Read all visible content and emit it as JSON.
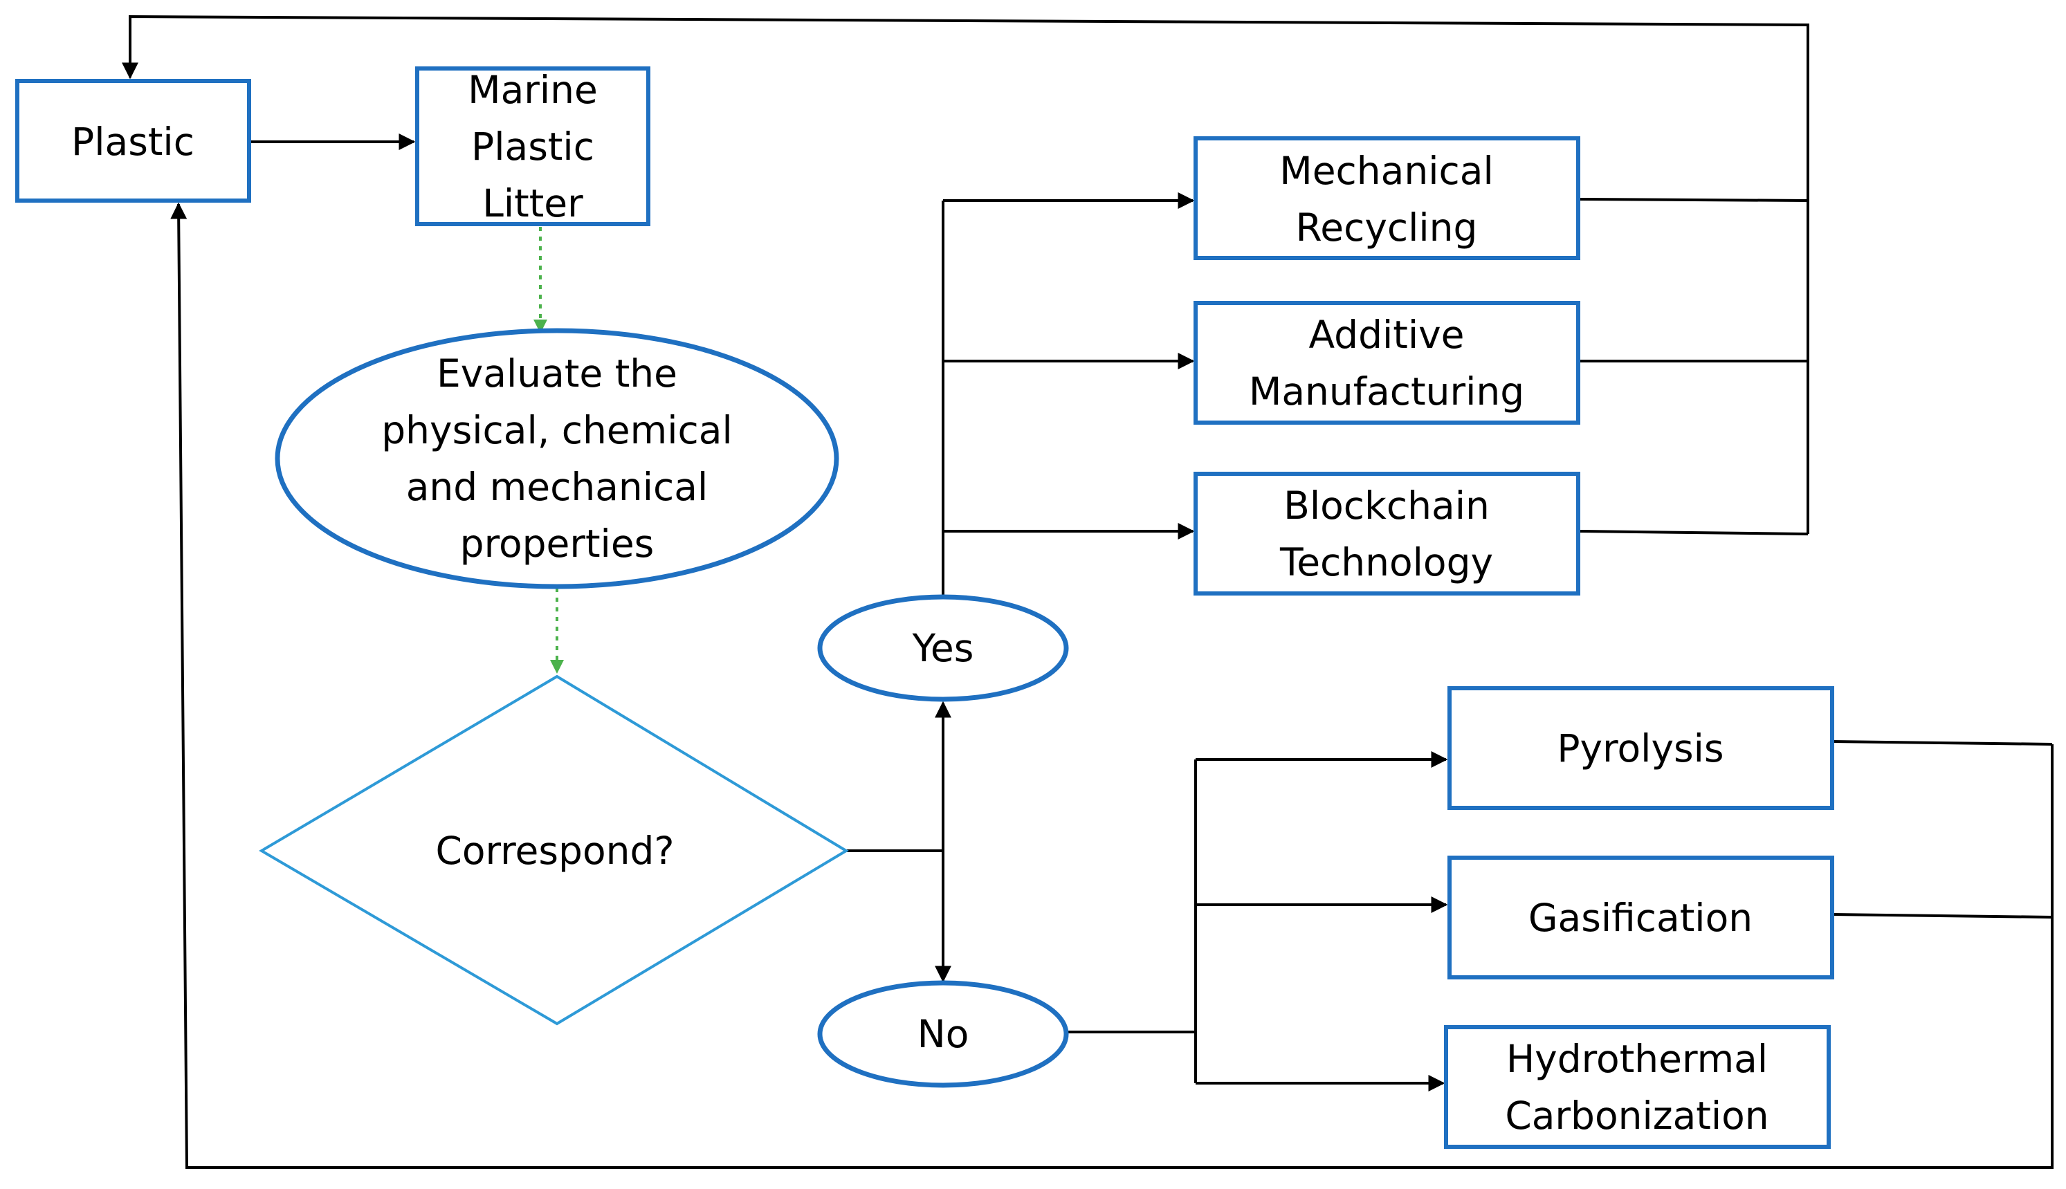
{
  "colors": {
    "box_border": "#1f70c1",
    "diamond_border": "#2e9ad7",
    "arrow": "#000000",
    "dotted_arrow": "#4cb24c",
    "background": "#ffffff",
    "text": "#000000"
  },
  "nodes": {
    "plastic": {
      "lines": [
        "Plastic"
      ]
    },
    "marine_plastic_litter": {
      "lines": [
        "Marine",
        "Plastic",
        "Litter"
      ]
    },
    "evaluate": {
      "lines": [
        "Evaluate the",
        "physical, chemical",
        "and mechanical",
        "properties"
      ]
    },
    "correspond": {
      "lines": [
        "Correspond?"
      ]
    },
    "yes": {
      "lines": [
        "Yes"
      ]
    },
    "no": {
      "lines": [
        "No"
      ]
    },
    "mechanical_recycling": {
      "lines": [
        "Mechanical",
        "Recycling"
      ]
    },
    "additive_manufacturing": {
      "lines": [
        "Additive",
        "Manufacturing"
      ]
    },
    "blockchain_technology": {
      "lines": [
        "Blockchain",
        "Technology"
      ]
    },
    "pyrolysis": {
      "lines": [
        "Pyrolysis"
      ]
    },
    "gasification": {
      "lines": [
        "Gasification"
      ]
    },
    "hydrothermal_carbonization": {
      "lines": [
        "Hydrothermal",
        "Carbonization"
      ]
    }
  }
}
